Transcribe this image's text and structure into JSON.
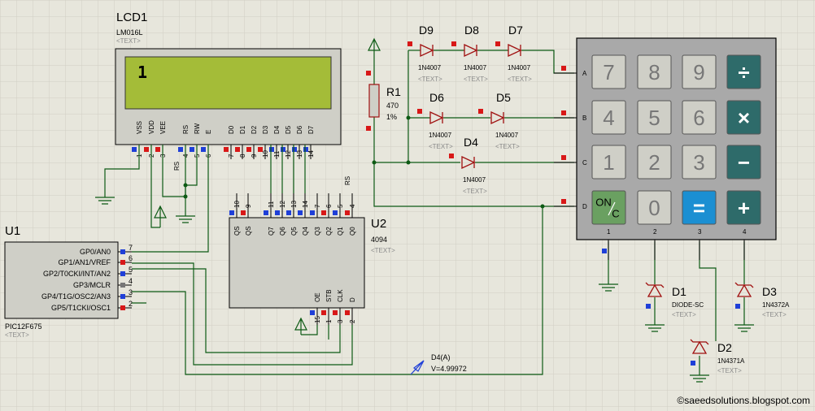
{
  "lcd": {
    "ref": "LCD1",
    "model": "LM016L",
    "text_tag": "<TEXT>",
    "display_char": "1",
    "pins": [
      {
        "name": "VSS",
        "num": "1"
      },
      {
        "name": "VDD",
        "num": "2"
      },
      {
        "name": "VEE",
        "num": "3"
      },
      {
        "name": "RS",
        "num": "4"
      },
      {
        "name": "RW",
        "num": "5"
      },
      {
        "name": "E",
        "num": "6"
      },
      {
        "name": "D0",
        "num": "7"
      },
      {
        "name": "D1",
        "num": "8"
      },
      {
        "name": "D2",
        "num": "9"
      },
      {
        "name": "D3",
        "num": "10"
      },
      {
        "name": "D4",
        "num": "11"
      },
      {
        "name": "D5",
        "num": "12"
      },
      {
        "name": "D6",
        "num": "13"
      },
      {
        "name": "D7",
        "num": "14"
      }
    ],
    "rs_label": "RS"
  },
  "mcu": {
    "ref": "U1",
    "model": "PIC12F675",
    "text_tag": "<TEXT>",
    "pins": [
      {
        "name": "GP0/AN0",
        "num": "7"
      },
      {
        "name": "GP1/AN1/VREF",
        "num": "6"
      },
      {
        "name": "GP2/T0CKI/INT/AN2",
        "num": "5"
      },
      {
        "name": "GP3/MCLR",
        "num": "4"
      },
      {
        "name": "GP4/T1G/OSC2/AN3",
        "num": "3"
      },
      {
        "name": "GP5/T1CKI/OSC1",
        "num": "2"
      }
    ]
  },
  "shift": {
    "ref": "U2",
    "model": "4094",
    "text_tag": "<TEXT>",
    "top_pins": [
      {
        "name": "QS",
        "num": "10"
      },
      {
        "name": "QS",
        "num": "9"
      },
      {
        "name": "Q7",
        "num": "11"
      },
      {
        "name": "Q6",
        "num": "12"
      },
      {
        "name": "Q5",
        "num": "13"
      },
      {
        "name": "Q4",
        "num": "14"
      },
      {
        "name": "Q3",
        "num": "7"
      },
      {
        "name": "Q2",
        "num": "6"
      },
      {
        "name": "Q1",
        "num": "5"
      },
      {
        "name": "Q0",
        "num": "4"
      }
    ],
    "bottom_pins": [
      {
        "name": "OE",
        "num": "15"
      },
      {
        "name": "STB",
        "num": "1"
      },
      {
        "name": "CLK",
        "num": "3"
      },
      {
        "name": "D",
        "num": "2"
      }
    ],
    "rs_label": "RS"
  },
  "resistor": {
    "ref": "R1",
    "value": "470",
    "tolerance": "1%"
  },
  "diodes": [
    {
      "ref": "D9",
      "model": "1N4007",
      "text_tag": "<TEXT>"
    },
    {
      "ref": "D8",
      "model": "1N4007",
      "text_tag": "<TEXT>"
    },
    {
      "ref": "D7",
      "model": "1N4007",
      "text_tag": "<TEXT>"
    },
    {
      "ref": "D6",
      "model": "1N4007",
      "text_tag": "<TEXT>"
    },
    {
      "ref": "D5",
      "model": "1N4007",
      "text_tag": "<TEXT>"
    },
    {
      "ref": "D4",
      "model": "1N4007",
      "text_tag": "<TEXT>"
    },
    {
      "ref": "D1",
      "model": "DIODE-SC",
      "text_tag": "<TEXT>"
    },
    {
      "ref": "D2",
      "model": "1N4371A",
      "text_tag": "<TEXT>"
    },
    {
      "ref": "D3",
      "model": "1N4372A",
      "text_tag": "<TEXT>"
    }
  ],
  "keypad": {
    "rows": [
      "A",
      "B",
      "C",
      "D"
    ],
    "cols": [
      "1",
      "2",
      "3",
      "4"
    ],
    "keys": [
      [
        "7",
        "8",
        "9",
        "÷"
      ],
      [
        "4",
        "5",
        "6",
        "×"
      ],
      [
        "1",
        "2",
        "3",
        "−"
      ],
      [
        "ON/C",
        "0",
        "=",
        "+"
      ]
    ],
    "on_label_top": "ON",
    "on_label_bottom": "C",
    "colors": {
      "frame": "#a9a9a9",
      "key": "#cfcfc7",
      "teal": "#2e6b6a",
      "green": "#6aa061",
      "blue": "#1b8fd2"
    }
  },
  "probe": {
    "label": "D4(A)",
    "value": "V=4.99972"
  },
  "copyright": "©saeedsolutions.blogspot.com",
  "colors": {
    "wire": "#0d5a14",
    "diode": "#a01010",
    "pin_red": "#d81818",
    "pin_blue": "#1f3fd8",
    "lcd_screen": "#a4bc38"
  }
}
